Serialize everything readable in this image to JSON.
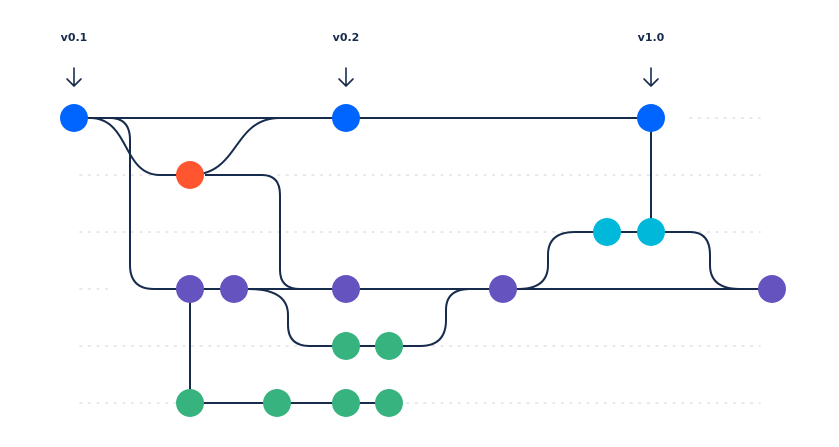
{
  "tags": [
    {
      "id": "v0-1",
      "label": "v0.1"
    },
    {
      "id": "v0-2",
      "label": "v0.2"
    },
    {
      "id": "v1-0",
      "label": "v1.0"
    }
  ],
  "colors": {
    "main": "#0065ff",
    "hotfix": "#ff5630",
    "release": "#00b8d9",
    "develop": "#6554c0",
    "feature": "#36b37e",
    "line": "#172b4d",
    "guide": "#dfe1e6"
  },
  "branches": [
    {
      "id": "main",
      "color_key": "main",
      "commits": 3
    },
    {
      "id": "hotfix",
      "color_key": "hotfix",
      "commits": 1
    },
    {
      "id": "release",
      "color_key": "release",
      "commits": 2
    },
    {
      "id": "develop",
      "color_key": "develop",
      "commits": 5
    },
    {
      "id": "feature-a",
      "color_key": "feature",
      "commits": 2
    },
    {
      "id": "feature-b",
      "color_key": "feature",
      "commits": 4
    }
  ]
}
